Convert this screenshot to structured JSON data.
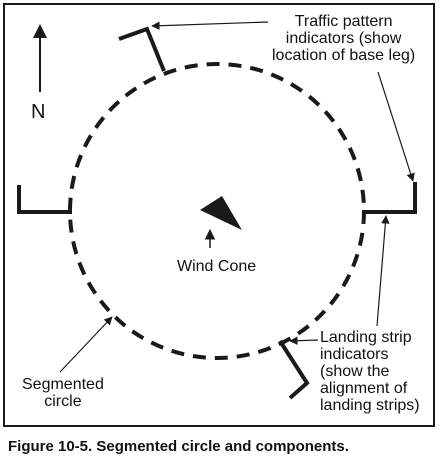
{
  "caption": "Figure 10-5. Segmented circle and components.",
  "labels": {
    "north": "N",
    "wind_cone": "Wind Cone",
    "traffic_pattern": "Traffic pattern\nindicators (show\nlocation of base leg)",
    "landing_strip": "Landing strip\nindicators\n(show the\nalignment of\nlanding strips)",
    "segmented_circle": "Segmented\ncircle"
  },
  "colors": {
    "ink": "#1a1a1a",
    "background": "#ffffff"
  }
}
